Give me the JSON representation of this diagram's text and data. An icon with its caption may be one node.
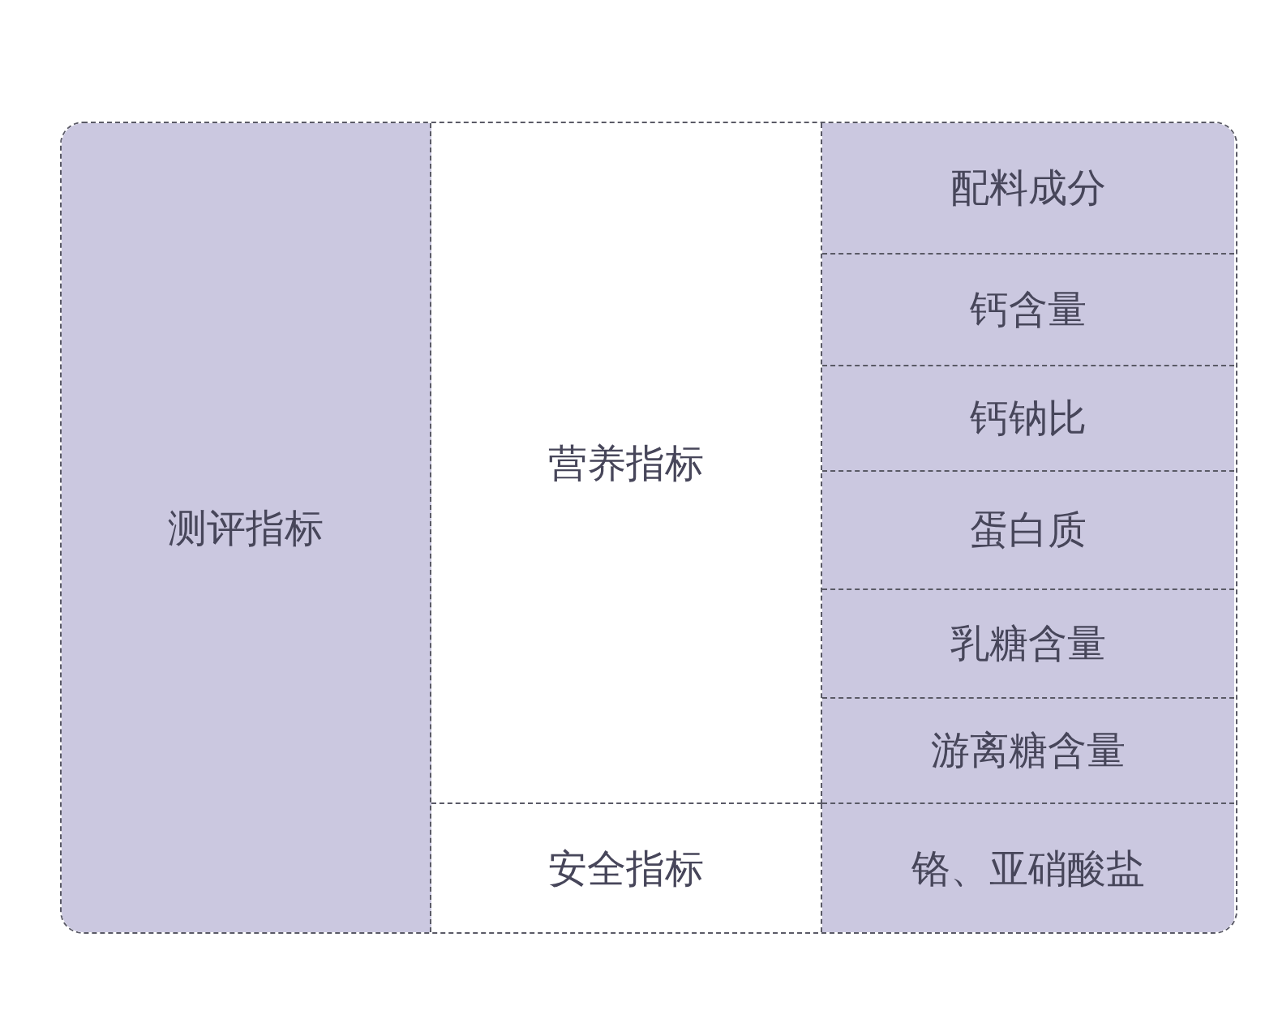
{
  "diagram": {
    "nodes": [
      {
        "text": [
          "测评指标"
        ]
      },
      {
        "text": [
          "营养指标"
        ]
      },
      {
        "text": [
          "安全指标"
        ]
      },
      {
        "text": [
          "配料成分"
        ]
      },
      {
        "text": [
          "钙含量"
        ]
      },
      {
        "text": [
          "钙钠比"
        ]
      },
      {
        "text": [
          "蛋白质"
        ]
      },
      {
        "text": [
          "乳糖含量"
        ]
      },
      {
        "text": [
          "游离糖含量"
        ]
      },
      {
        "text": [
          "铬、亚硝酸盐"
        ]
      }
    ]
  }
}
